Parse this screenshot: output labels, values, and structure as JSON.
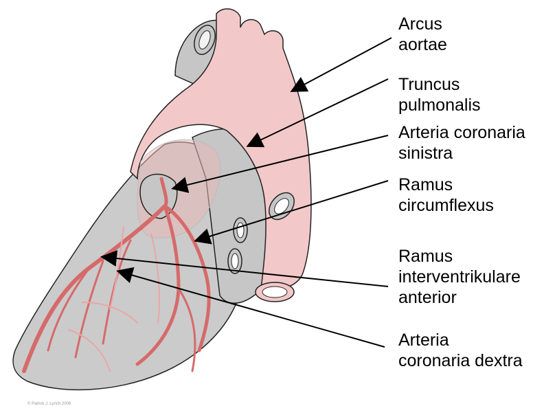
{
  "labels": {
    "arcus_aortae": [
      "Arcus",
      "aortae"
    ],
    "truncus_pulmonalis": [
      "Truncus",
      "pulmonalis"
    ],
    "arteria_coronaria_sinistra": [
      "Arteria coronaria",
      "sinistra"
    ],
    "ramus_circumflexus": [
      "Ramus",
      "circumflexus"
    ],
    "ramus_interventrikulare_anterior": [
      "Ramus",
      "interventrikulare",
      "anterior"
    ],
    "arteria_coronaria_dextra": [
      "Arteria",
      "coronaria dextra"
    ]
  },
  "copyright": "© Patrick J. Lynch 2006",
  "colors": {
    "heart": "#cbcbcb",
    "aorta": "#f2c8c8",
    "vessel": "#d66a6a",
    "vessel_light": "#eaa6a6",
    "outline": "#222222",
    "background": "#ffffff"
  }
}
